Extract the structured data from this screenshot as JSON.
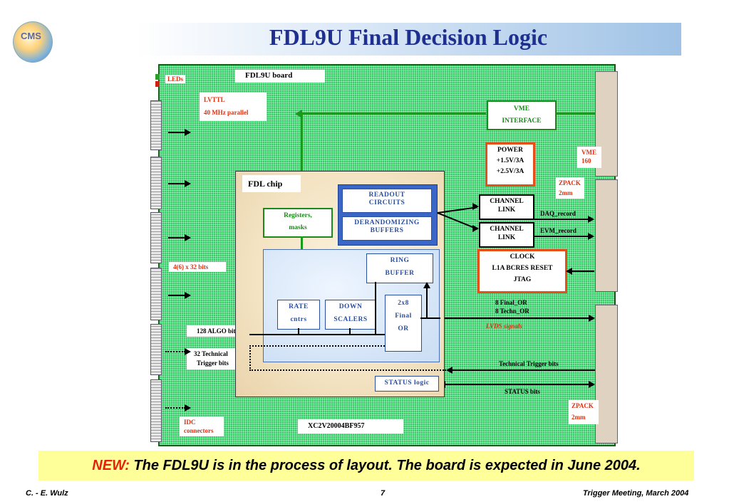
{
  "header": {
    "title": "FDL9U Final Decision Logic",
    "logo_text": "CMS"
  },
  "board": {
    "leds_label": "LEDs",
    "board_label": "FDL9U board",
    "lvttl_line1": "LVTTL",
    "lvttl_line2": "40 MHz parallel",
    "bits_label": "4(6) x 32 bits",
    "algo_bits": "128 ALGO bits",
    "tech_bits_line1": "32 Technical",
    "tech_bits_line2": "Trigger bits",
    "idc_line1": "IDC",
    "idc_line2": "connectors",
    "chip_part": "XC2V20004BF957"
  },
  "right_side": {
    "vme_interface_line1": "VME",
    "vme_interface_line2": "INTERFACE",
    "power_line1": "POWER",
    "power_line2": "+1.5V/3A",
    "power_line3": "+2.5V/3A",
    "vme160_line1": "VME",
    "vme160_line2": "160",
    "zpack_top_line1": "ZPACK",
    "zpack_top_line2": "2mm",
    "channel_link1_line1": "CHANNEL",
    "channel_link1_line2": "LINK",
    "channel_link2_line1": "CHANNEL",
    "channel_link2_line2": "LINK",
    "daq_record": "DAQ_record",
    "evm_record": "EVM_record",
    "clock_line1": "CLOCK",
    "clock_line2": "L1A BCRES RESET",
    "clock_line3": "JTAG",
    "final_or_line1": "8 Final_OR",
    "final_or_line2": "8 Techn_OR",
    "lvds": "LVDS signals",
    "tech_trigger_bits": "Technical Trigger bits",
    "status_bits": "STATUS bits",
    "zpack_bottom_line1": "ZPACK",
    "zpack_bottom_line2": "2mm"
  },
  "chip": {
    "label": "FDL chip",
    "registers_line1": "Registers,",
    "registers_line2": "masks",
    "readout_line1": "READOUT",
    "readout_line2": "CIRCUITS",
    "derand_line1": "DERANDOMIZING",
    "derand_line2": "BUFFERS",
    "ring_line1": "RING",
    "ring_line2": "BUFFER",
    "rate_line1": "RATE",
    "rate_line2": "cntrs",
    "down_line1": "DOWN",
    "down_line2": "SCALERS",
    "final_line1": "2x8",
    "final_line2": "Final",
    "final_line3": "OR",
    "status_logic": "STATUS logic"
  },
  "footer": {
    "new_label": "NEW:",
    "statement": " The FDL9U is in the process of layout. The board is expected in June 2004.",
    "author": "C. - E. Wulz",
    "page": "7",
    "meeting": "Trigger Meeting, March 2004"
  },
  "colors": {
    "title": "#1f2f8f",
    "board_green": "#33cc66",
    "accent_red": "#e03010",
    "chip_blue": "#2a4fa0",
    "banner_yellow": "#ffff99"
  }
}
